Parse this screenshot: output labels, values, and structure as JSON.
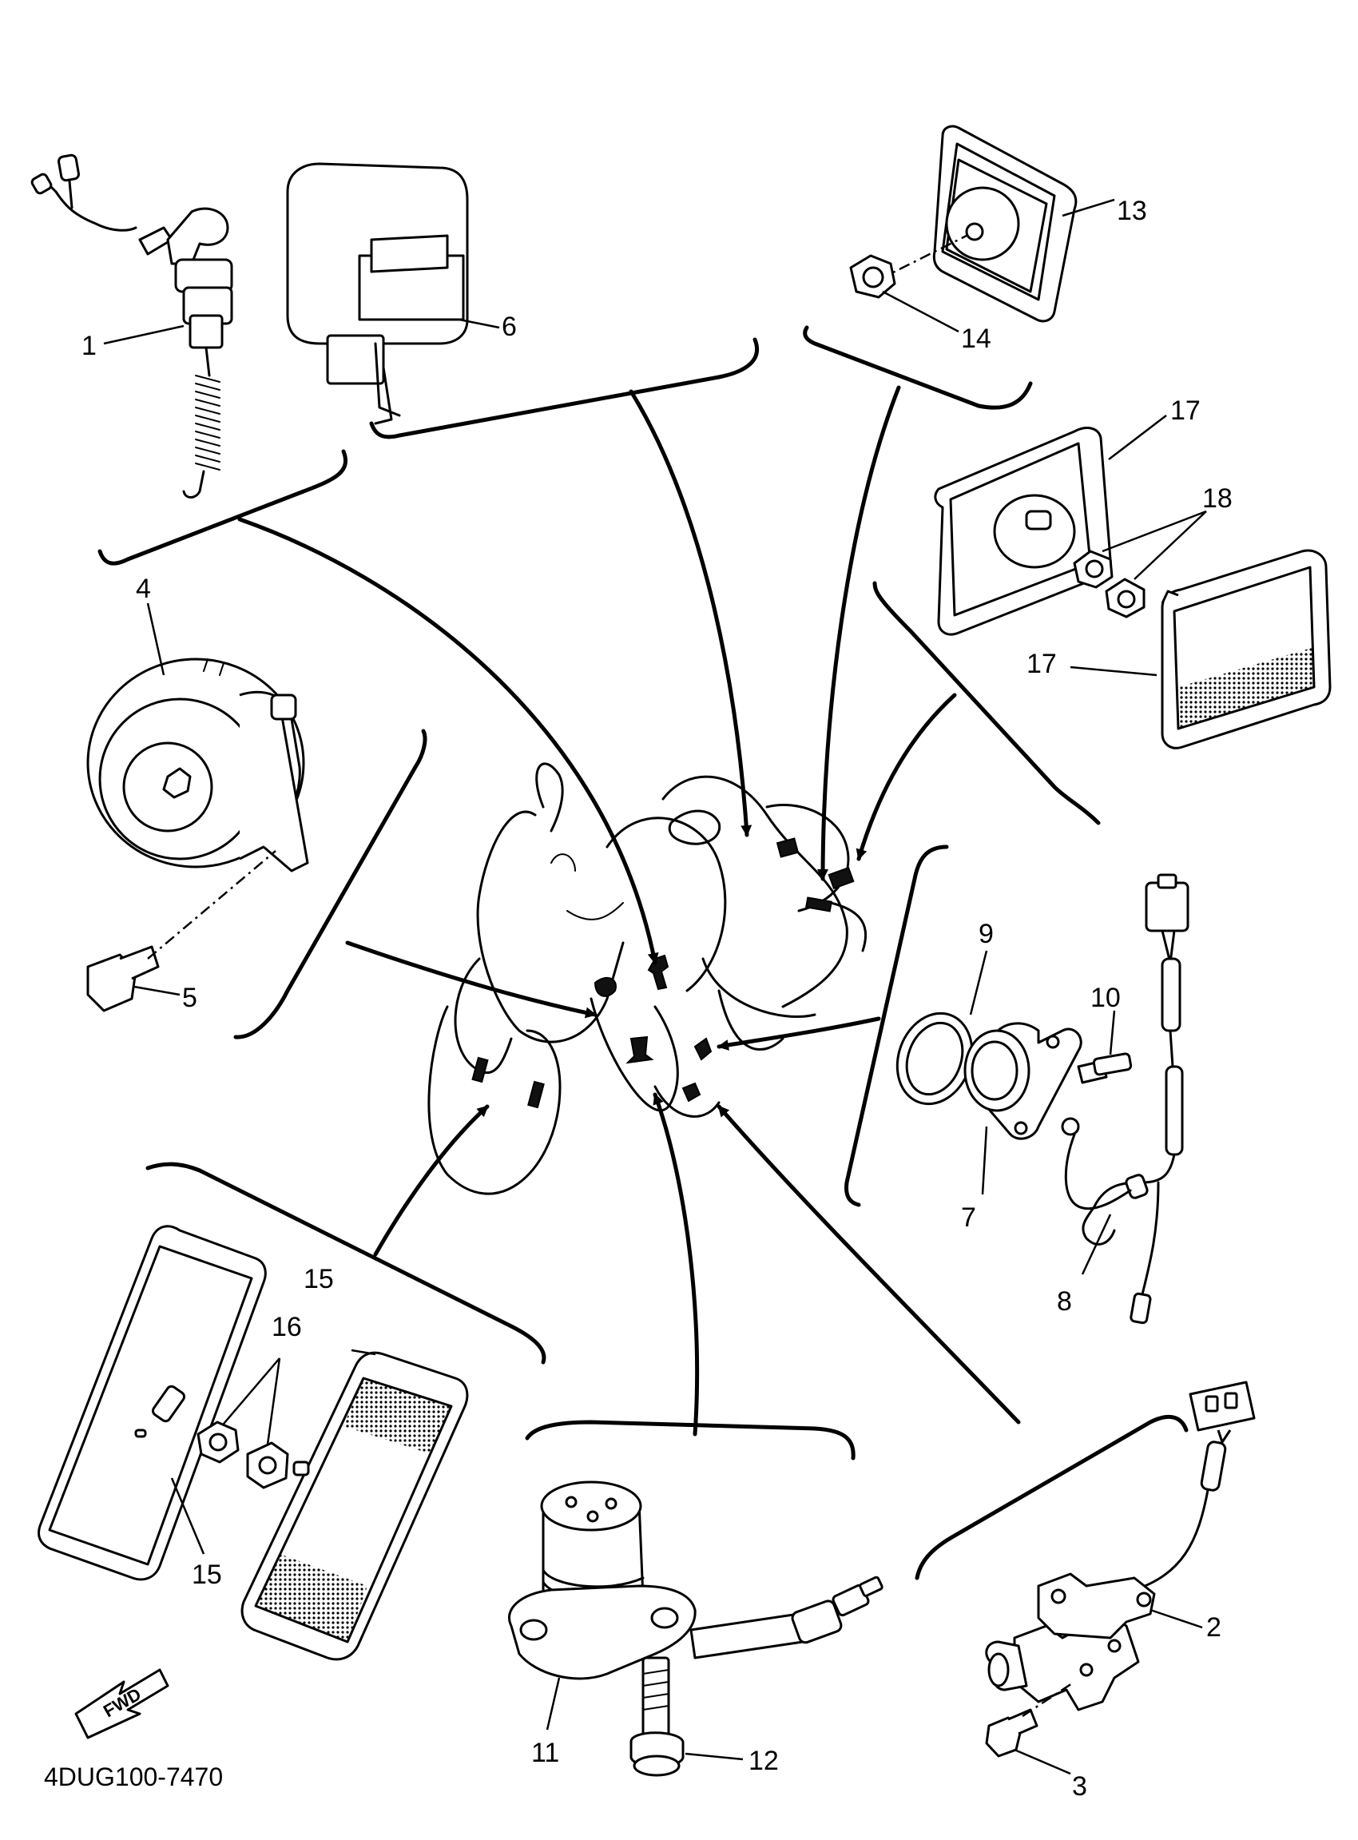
{
  "diagram_code": "4DUG100-7470",
  "fwd_label": "FWD",
  "callouts": {
    "c1": "1",
    "c2": "2",
    "c3": "3",
    "c4": "4",
    "c5": "5",
    "c6": "6",
    "c7": "7",
    "c8": "8",
    "c9": "9",
    "c10": "10",
    "c11": "11",
    "c12": "12",
    "c13": "13",
    "c14": "14",
    "c15a": "15",
    "c15b": "15",
    "c16": "16",
    "c17a": "17",
    "c17b": "17",
    "c18": "18"
  }
}
